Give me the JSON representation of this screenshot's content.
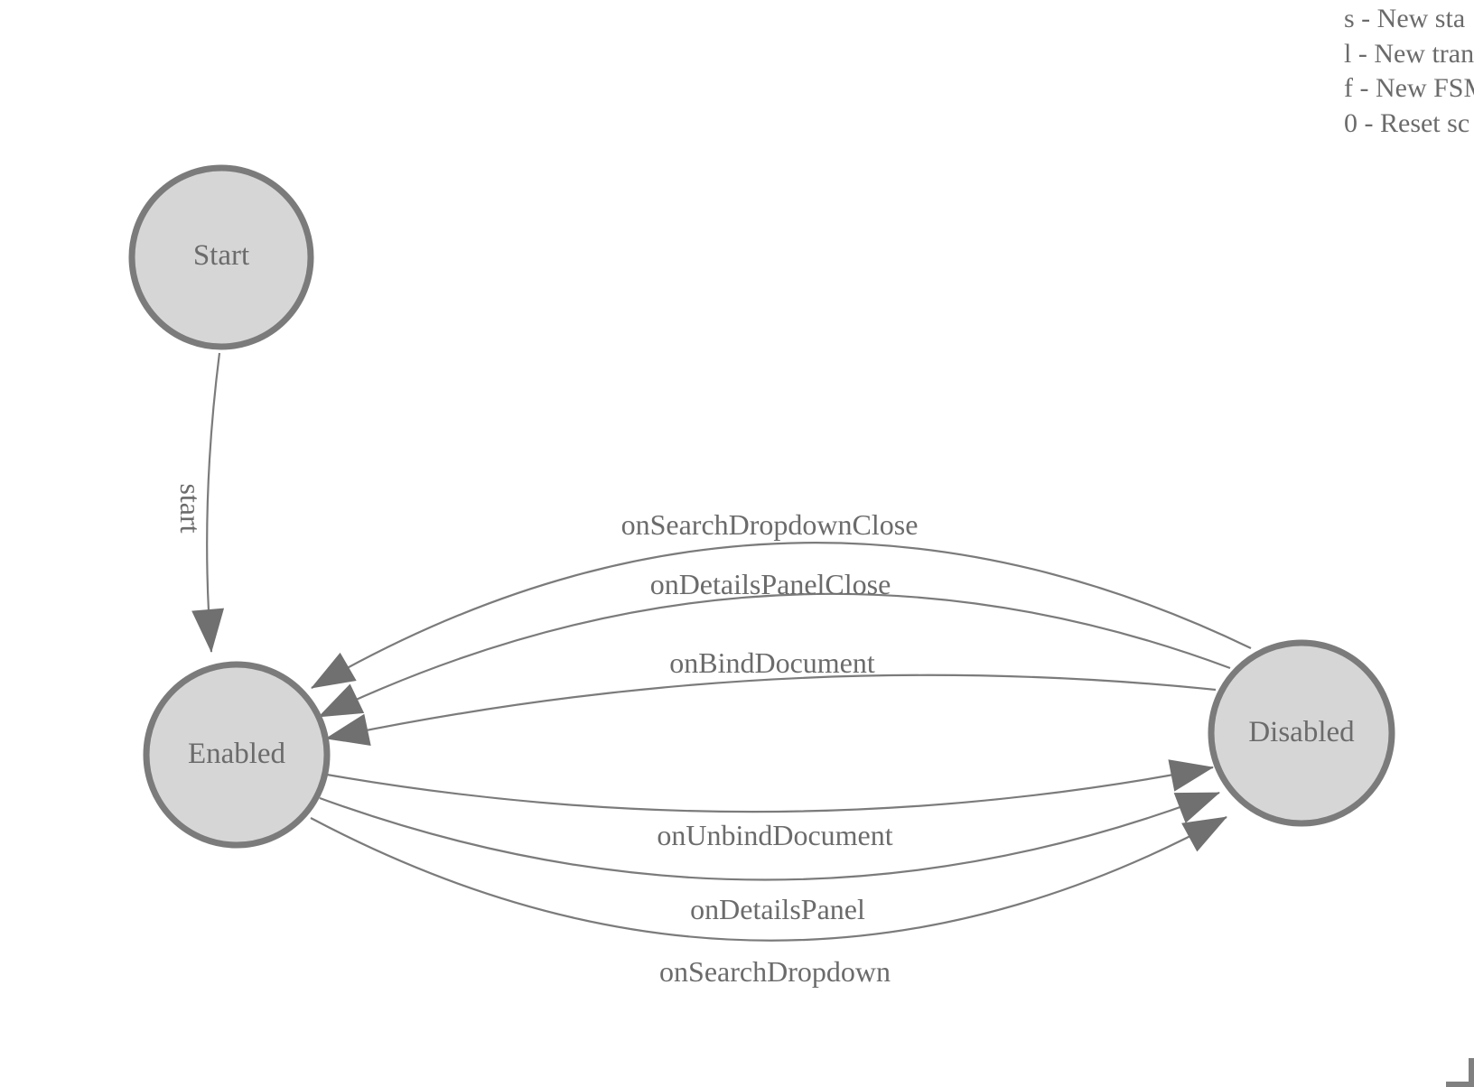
{
  "legend": {
    "items": [
      {
        "text": "s - New sta"
      },
      {
        "text": "l - New tran"
      },
      {
        "text": "f - New FSM"
      },
      {
        "text": "0 - Reset sc"
      }
    ]
  },
  "fsm": {
    "states": [
      {
        "id": "start",
        "label": "Start"
      },
      {
        "id": "enabled",
        "label": "Enabled"
      },
      {
        "id": "disabled",
        "label": "Disabled"
      }
    ],
    "transitions": [
      {
        "from": "start",
        "to": "enabled",
        "label": "start"
      },
      {
        "from": "disabled",
        "to": "enabled",
        "label": "onSearchDropdownClose"
      },
      {
        "from": "disabled",
        "to": "enabled",
        "label": "onDetailsPanelClose"
      },
      {
        "from": "disabled",
        "to": "enabled",
        "label": "onBindDocument"
      },
      {
        "from": "enabled",
        "to": "disabled",
        "label": "onUnbindDocument"
      },
      {
        "from": "enabled",
        "to": "disabled",
        "label": "onDetailsPanel"
      },
      {
        "from": "enabled",
        "to": "disabled",
        "label": "onSearchDropdown"
      }
    ]
  },
  "colors": {
    "background": "#ffffff",
    "state_fill": "#d6d6d6",
    "state_border": "#7b7b7b",
    "edge_line": "#7b7b7b",
    "arrowhead": "#707070",
    "label_text": "#6b6b6b",
    "corner_frame": "#808080"
  }
}
